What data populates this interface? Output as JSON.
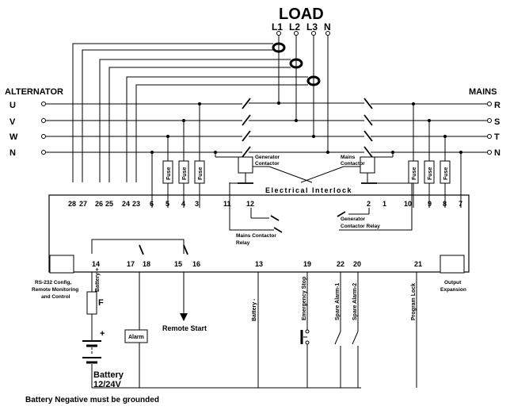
{
  "load": {
    "title": "LOAD",
    "phases": [
      "L1",
      "L2",
      "L3",
      "N"
    ]
  },
  "alternator": {
    "title": "ALTERNATOR",
    "lines": [
      "U",
      "V",
      "W",
      "N"
    ]
  },
  "mains": {
    "title": "MAINS",
    "lines": [
      "R",
      "S",
      "T",
      "N"
    ]
  },
  "terminals": {
    "top": [
      "28",
      "27",
      "26",
      "25",
      "24",
      "23",
      "6",
      "5",
      "4",
      "3",
      "11",
      "12",
      "2",
      "1",
      "10",
      "9",
      "8",
      "7"
    ],
    "bottom": [
      "14",
      "17",
      "18",
      "15",
      "16",
      "13",
      "19",
      "22",
      "20",
      "21"
    ]
  },
  "components": {
    "fuse": "Fuse",
    "gen_contactor": [
      "Generator",
      "Contactor"
    ],
    "mains_contactor": [
      "Mains",
      "Contactor"
    ],
    "interlock": "Electrical Interlock",
    "gen_relay": [
      "Generator",
      "Contactor Relay"
    ],
    "mains_relay": [
      "Mains Contactor",
      "Relay"
    ],
    "rs232": [
      "RS-232 Config,",
      "Remote Monitoring",
      "and Control"
    ],
    "output_exp": [
      "Output",
      "Expansion"
    ],
    "battery_plus": "Battery +",
    "battery_minus": "Battery -",
    "f_label": "F",
    "plus_sign": "+",
    "alarm": "Alarm",
    "remote_start": "Remote Start",
    "estop": "Emergency Stop",
    "spare1": "Spare Alarm-1",
    "spare2": "Spare Alarm-2",
    "program_lock": "Program Lock",
    "battery": [
      "Battery",
      "12/24V"
    ]
  },
  "footer": "Battery Negative must be grounded",
  "colors": {
    "line": "#000000",
    "background": "#ffffff"
  }
}
